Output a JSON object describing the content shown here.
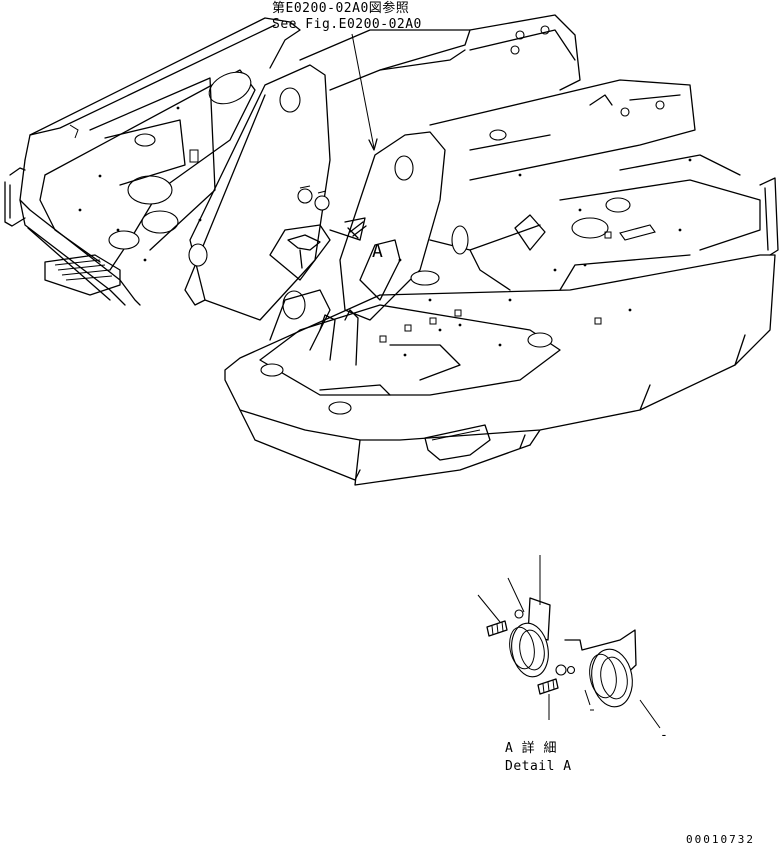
{
  "reference_note": {
    "line_jp": "第E0200-02A0図参照",
    "line_en": "See Fig.E0200-02A0"
  },
  "view_marker": "A",
  "detail_caption": {
    "jp": "A 詳 細",
    "en": "Detail A"
  },
  "drawing_number": "00010732",
  "callout_marks": [
    "-"
  ]
}
